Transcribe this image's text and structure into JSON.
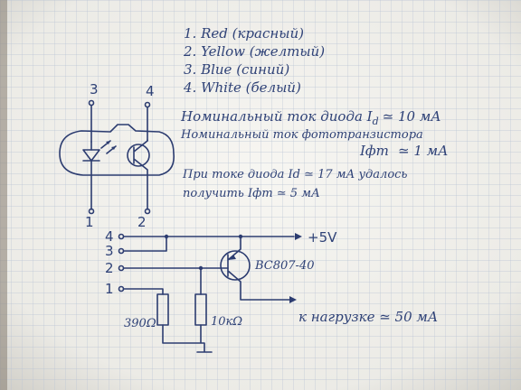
{
  "wire_legend": [
    "1. Red (красный)",
    "2. Yellow (желтый)",
    "3. Blue (синий)",
    "4. White (белый)"
  ],
  "specs": {
    "diode_current_line": "Номинальный ток диода  I",
    "diode_current_sub": "d",
    "diode_current_value": "≃ 10 мА",
    "phototransistor_line": "Номинальный ток фототранзистора",
    "phototransistor_sym": "Iфт",
    "phototransistor_value": "≃ 1 мА",
    "result_line1": "При токе диода  Id ≃ 17 мА удалось",
    "result_line2": "получить   Iфт ≃ 5 мА"
  },
  "sensor_pins": {
    "top_left": "3",
    "top_right": "4",
    "bottom_left": "1",
    "bottom_right": "2"
  },
  "circuit": {
    "pins": [
      "4",
      "3",
      "2",
      "1"
    ],
    "supply_label": "+5V",
    "transistor_label": "BC807-40",
    "r1_label": "390Ω",
    "r2_label": "10кΩ",
    "load_label": "к нагрузке  ≃ 50 мА"
  }
}
